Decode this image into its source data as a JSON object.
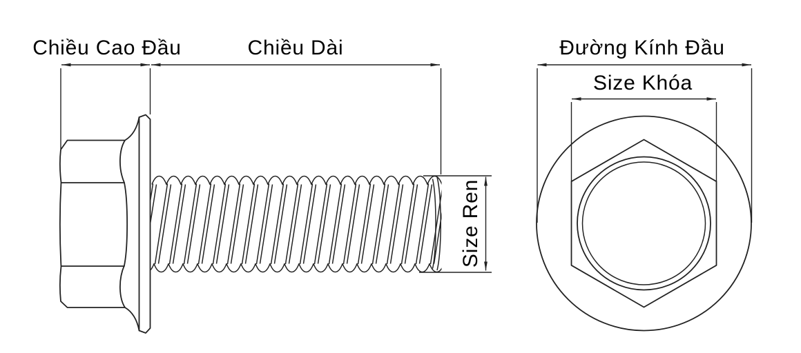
{
  "title": "Hex flange bolt dimension drawing",
  "style": {
    "background": "#ffffff",
    "line_color": "#222222",
    "text_color": "#000000"
  },
  "side_view": {
    "head_height_label": "Chiều Cao Đầu",
    "length_label": "Chiều Dài",
    "thread_size_label": "Size Ren"
  },
  "front_view": {
    "head_diameter_label": "Đường Kính Đầu",
    "wrench_size_label": "Size Khóa"
  }
}
